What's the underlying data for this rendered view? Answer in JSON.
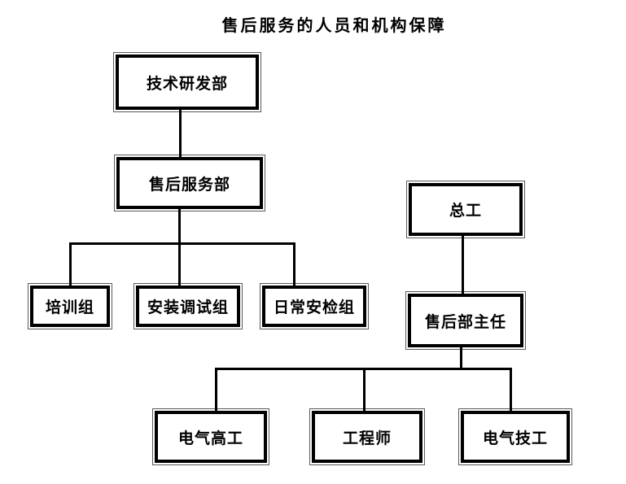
{
  "title": "售后服务的人员和机构保障",
  "nodes": {
    "tech_rd": "技术研发部",
    "after_sales_dept": "售后服务部",
    "training_group": "培训组",
    "install_debug_group": "安装调试组",
    "daily_inspection_group": "日常安检组",
    "chief_engineer": "总工",
    "after_sales_director": "售后部主任",
    "senior_electrical_engineer": "电气高工",
    "engineer": "工程师",
    "electrical_technician": "电气技工"
  },
  "hierarchy": [
    {
      "parent": "技术研发部",
      "children": [
        "售后服务部"
      ]
    },
    {
      "parent": "售后服务部",
      "children": [
        "培训组",
        "安装调试组",
        "日常安检组"
      ]
    },
    {
      "parent": "总工",
      "children": [
        "售后部主任"
      ]
    },
    {
      "parent": "售后部主任",
      "children": [
        "电气高工",
        "工程师",
        "电气技工"
      ]
    }
  ],
  "colors": {
    "background": "#ffffff",
    "connector_line": "#000000",
    "box_border": "#000000",
    "box_outer_ring": "#5a5a5a",
    "box_fill": "#ffffff",
    "text": "#000000"
  }
}
